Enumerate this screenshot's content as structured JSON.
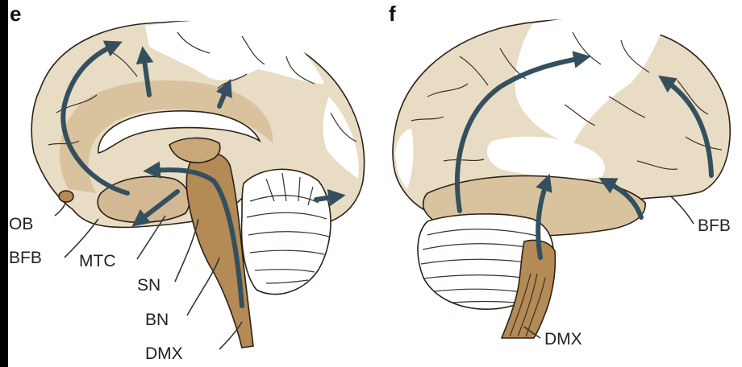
{
  "panels": [
    {
      "letter": "e",
      "labels": {
        "ob": "OB",
        "bfb": "BFB",
        "mtc": "MTC",
        "sn": "SN",
        "bn": "BN",
        "dmx": "DMX"
      }
    },
    {
      "letter": "f",
      "labels": {
        "bfb": "BFB",
        "dmx": "DMX"
      }
    }
  ],
  "colors": {
    "background": "#ffffff",
    "cortex_tint": "#e9dcc4",
    "limbic_tint": "#d9c39f",
    "brainstem": "#b48a55",
    "arrow": "#34505e"
  },
  "icons": [
    "arrowhead-icon"
  ]
}
